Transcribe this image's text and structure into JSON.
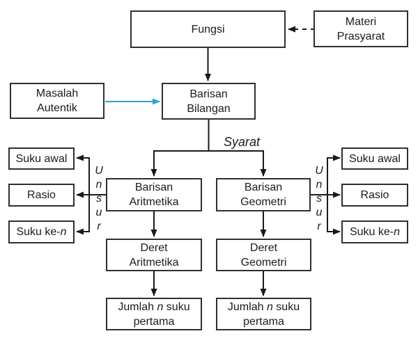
{
  "nodes": {
    "fungsi": "Fungsi",
    "materi_prasyarat": "Materi\nPrasyarat",
    "masalah_autentik": "Masalah\nAutentik",
    "barisan_bilangan": "Barisan\nBilangan",
    "barisan_aritmetika": "Barisan\nAritmetika",
    "barisan_geometri": "Barisan\nGeometri",
    "deret_aritmetika": "Deret\nAritmetika",
    "deret_geometri": "Deret\nGeometri",
    "suku_awal": "Suku awal",
    "rasio": "Rasio",
    "suku_ke": {
      "prefix": "Suku ke-",
      "var": "n"
    },
    "jumlah": {
      "l1a": "Jumlah ",
      "var": "n",
      "l1b": " suku",
      "l2": "pertama"
    }
  },
  "labels": {
    "syarat": "Syarat",
    "unsur": [
      "U",
      "n",
      "s",
      "u",
      "r"
    ]
  },
  "colors": {
    "line": "#1a1a1a",
    "box_border": "#2f2f2f",
    "authentic_arrow": "#2b9fd8"
  }
}
